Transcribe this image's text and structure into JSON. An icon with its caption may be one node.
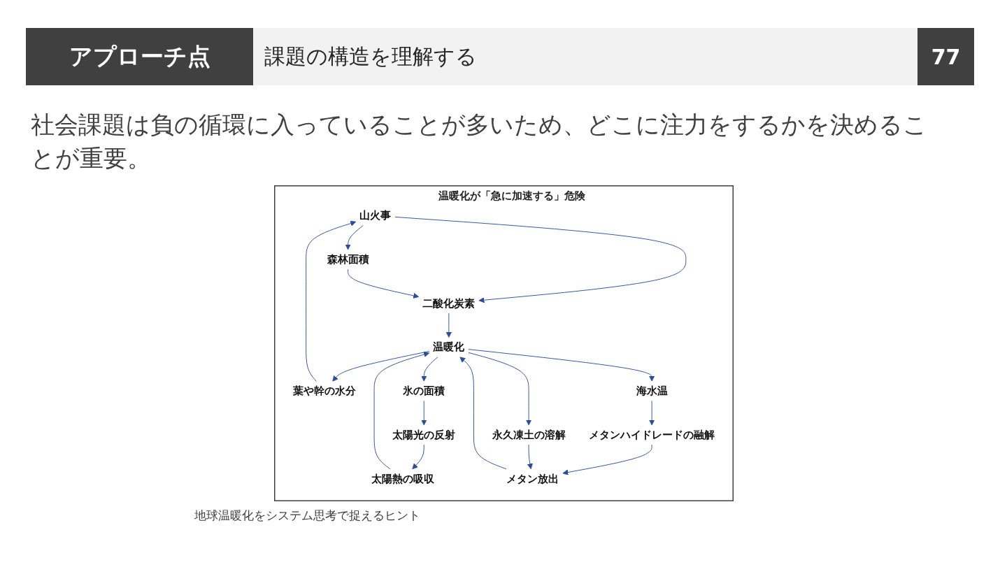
{
  "diagram": {
    "title": "課題の構造を理解する",
    "nodes": [
      {
        "text": [
          "温暖化が「急に加速する」危険"
        ]
      },
      {
        "text": [
          "山火事"
        ],
        "in": 0
      },
      {
        "text": [
          "森林面積"
        ],
        "in": 0
      },
      {
        "text": [
          "葉や幹の水分"
        ],
        "in": 0
      },
      {
        "text": [
          "二酸化炭素"
        ],
        "in": 0
      },
      {
        "text": [
          "太陽熱の吸収"
        ],
        "in": 0
      },
      {
        "text": [
          "海水温"
        ],
        "in": 0
      },
      {
        "text": [
          "温暖化"
        ],
        "in": 0
      },
      {
        "text": [
          "メタンハイドレードの融解"
        ],
        "in": 0
      },
      {
        "text": [
          "太陽光の反射"
        ],
        "in": 0
      },
      {
        "text": [
          "氷の面積"
        ],
        "in": 0
      },
      {
        "text": [
          "メタン放出"
        ],
        "in": 0
      },
      {
        "text": [
          "永久凍土の溶解"
        ],
        "in": 0
      }
    ],
    "edges": [
      {
        "from": 1,
        "to": 2,
        "arrow": "to"
      },
      {
        "from": 1,
        "to": 4,
        "arrow": "to"
      },
      {
        "from": 2,
        "to": 4,
        "arrow": "to"
      },
      {
        "from": 3,
        "to": 1,
        "arrow": "to"
      },
      {
        "from": 7,
        "to": 3,
        "arrow": "to"
      },
      {
        "from": 4,
        "to": 7,
        "arrow": "to"
      },
      {
        "from": 5,
        "to": 7,
        "arrow": "to"
      },
      {
        "from": 7,
        "to": 6,
        "arrow": "to"
      },
      {
        "from": 6,
        "to": 8,
        "arrow": "to"
      },
      {
        "from": 8,
        "to": 11,
        "arrow": "to"
      },
      {
        "from": 11,
        "to": 7,
        "arrow": "to"
      },
      {
        "from": 7,
        "to": 10,
        "arrow": "to"
      },
      {
        "from": 10,
        "to": 9,
        "arrow": "to"
      },
      {
        "from": 9,
        "to": 5,
        "arrow": "to"
      },
      {
        "from": 7,
        "to": 12,
        "arrow": "to"
      },
      {
        "from": 12,
        "to": 11,
        "arrow": "to"
      }
    ],
    "labels": [
      "アプローチ点",
      "77",
      "社会課題は負の循環に入っていることが多いため、どこに注力をするかを決めることが重要。",
      "地球温暖化をシステム思考で捉えるヒント"
    ]
  }
}
